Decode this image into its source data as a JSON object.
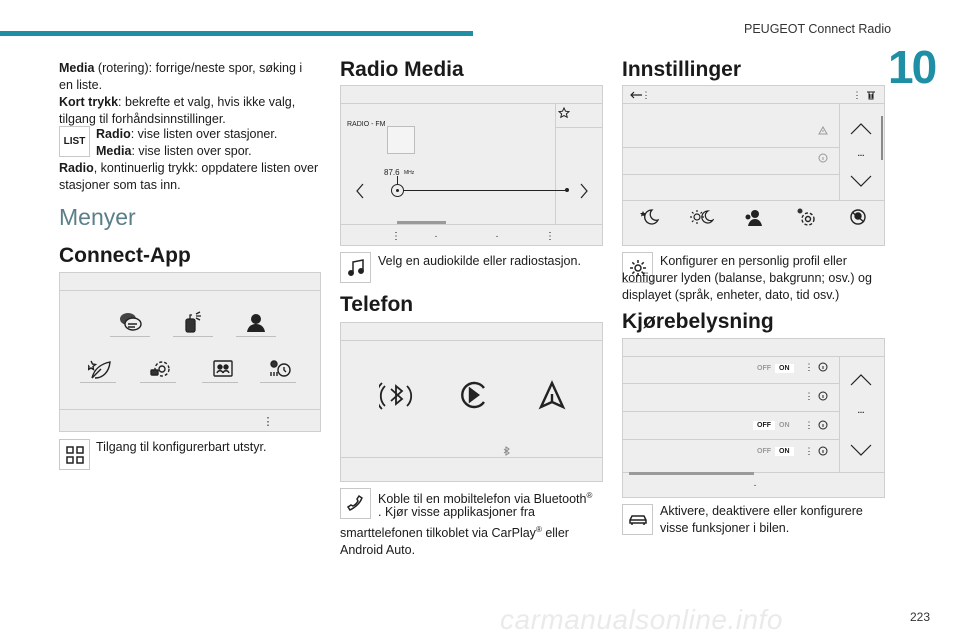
{
  "header": {
    "title": "PEUGEOT Connect Radio",
    "chapter": "10",
    "page": "223"
  },
  "watermark": "carmanualsonline.info",
  "col1": {
    "media_label": "Media",
    "media_text": " (rotering): forrige/neste spor, søking i en liste.",
    "kort_label": "Kort trykk",
    "kort_text": ": bekrefte et valg, hvis ikke valg, tilgang til forhåndsinnstillinger.",
    "list_icon": "LIST",
    "radio_label": "Radio",
    "radio_text": ": vise listen over stasjoner.",
    "media2_label": "Media",
    "media2_text": ": vise listen over spor.",
    "radio2_label": "Radio",
    "radio2_text": ", kontinuerlig trykk: oppdatere listen over stasjoner som tas inn.",
    "menyer": "Menyer",
    "connect_app": "Connect-App",
    "connect_caption": "Tilgang til konfigurerbart utstyr."
  },
  "col2": {
    "radio_media": "Radio Media",
    "radio_fm": "RADIO - FM",
    "freq": "87.6",
    "mhz": "MHz",
    "radio_caption": "Velg en audiokilde eller radiostasjon.",
    "telefon": "Telefon",
    "tel_caption_1": "Koble til en mobiltelefon via Bluetooth",
    "tel_caption_sup1": "®",
    "tel_caption_2": ". Kjør visse applikasjoner fra smarttelefonen tilkoblet via CarPlay",
    "tel_caption_sup2": "®",
    "tel_caption_3": " eller Android Auto."
  },
  "col3": {
    "innstillinger": "Innstillinger",
    "inn_caption": "Konfigurer en personlig profil eller konfigurer lyden (balanse, bakgrunn; osv.) og displayet (språk, enheter, dato, tid osv.)",
    "kjore": "Kjørebelysning",
    "toggles": [
      {
        "off": "OFF",
        "on": "ON",
        "active": "on"
      },
      {
        "off": "OFF",
        "on": "ON",
        "active": "off"
      },
      {
        "off": "OFF",
        "on": "ON",
        "active": "on"
      }
    ],
    "kjore_caption": "Aktivere, deaktivere eller konfigurere visse funksjoner i bilen.",
    "more": "..."
  }
}
